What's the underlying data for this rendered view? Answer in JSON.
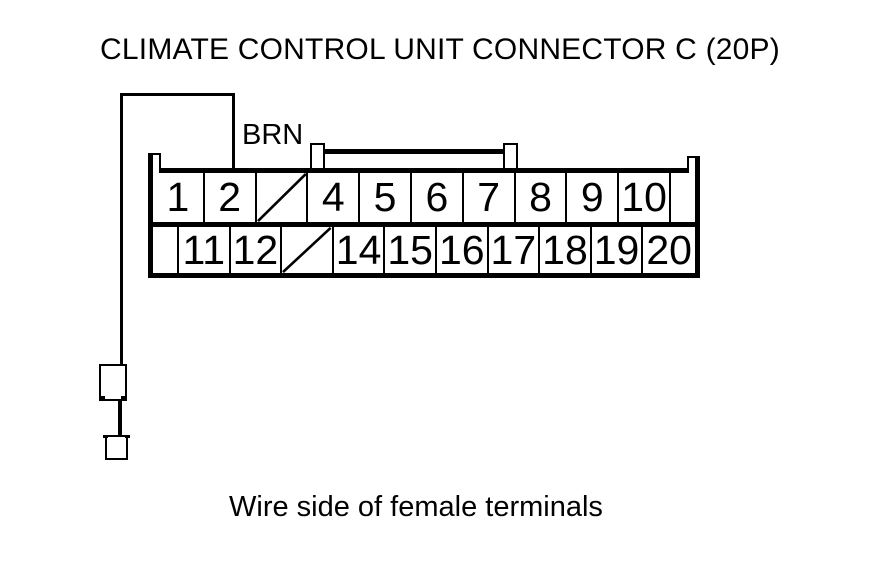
{
  "title": "CLIMATE CONTROL UNIT CONNECTOR C (20P)",
  "caption": "Wire side of female terminals",
  "wire": {
    "label": "BRN"
  },
  "connector": {
    "pin_count_label": "20P",
    "top_row": [
      {
        "label": "1",
        "type": "pin"
      },
      {
        "label": "2",
        "type": "pin"
      },
      {
        "label": "",
        "type": "blocked"
      },
      {
        "label": "4",
        "type": "pin"
      },
      {
        "label": "5",
        "type": "pin"
      },
      {
        "label": "6",
        "type": "pin"
      },
      {
        "label": "7",
        "type": "pin"
      },
      {
        "label": "8",
        "type": "pin"
      },
      {
        "label": "9",
        "type": "pin"
      },
      {
        "label": "10",
        "type": "pin"
      },
      {
        "label": "",
        "type": "filler"
      }
    ],
    "bottom_row": [
      {
        "label": "",
        "type": "filler"
      },
      {
        "label": "11",
        "type": "pin"
      },
      {
        "label": "12",
        "type": "pin"
      },
      {
        "label": "",
        "type": "blocked"
      },
      {
        "label": "14",
        "type": "pin"
      },
      {
        "label": "15",
        "type": "pin"
      },
      {
        "label": "16",
        "type": "pin"
      },
      {
        "label": "17",
        "type": "pin"
      },
      {
        "label": "18",
        "type": "pin"
      },
      {
        "label": "19",
        "type": "pin"
      },
      {
        "label": "20",
        "type": "pin"
      }
    ],
    "blocked_positions": [
      "3",
      "13"
    ]
  },
  "colors": {
    "ink": "#000000",
    "background": "#ffffff"
  }
}
